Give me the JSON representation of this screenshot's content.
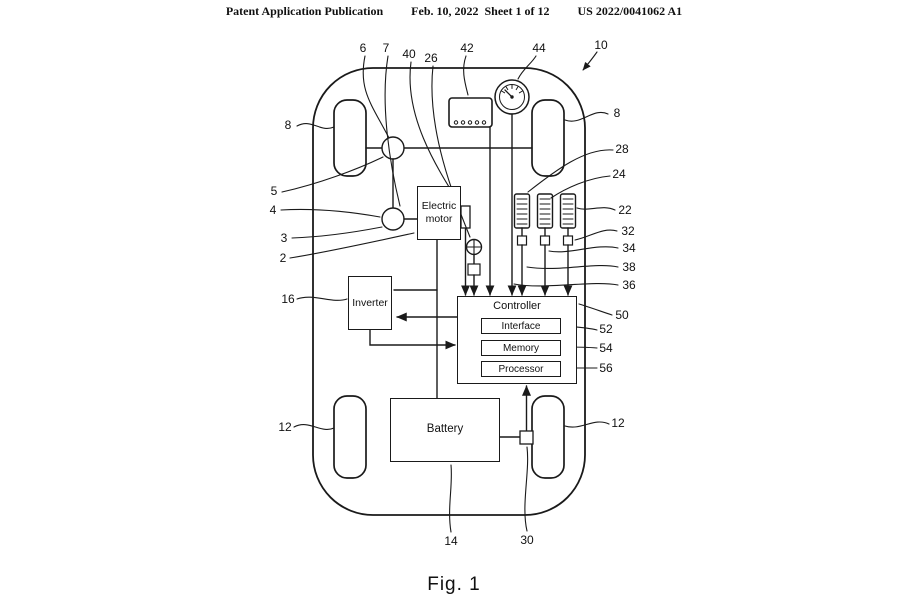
{
  "header": {
    "publication": "Patent Application Publication",
    "date_sheet": "Feb. 10, 2022  Sheet 1 of 12",
    "document_number": "US 2022/0041062 A1"
  },
  "figure": {
    "caption": "Fig. 1",
    "nodes": {
      "electric_motor": "Electric motor",
      "inverter": "Inverter",
      "battery": "Battery",
      "controller": "Controller",
      "interface": "Interface",
      "memory": "Memory",
      "processor": "Processor"
    },
    "refs": {
      "2": "2",
      "3": "3",
      "4": "4",
      "5": "5",
      "6": "6",
      "7": "7",
      "8": "8",
      "10": "10",
      "12": "12",
      "14": "14",
      "16": "16",
      "22": "22",
      "24": "24",
      "26": "26",
      "28": "28",
      "30": "30",
      "32": "32",
      "34": "34",
      "36": "36",
      "38": "38",
      "40": "40",
      "42": "42",
      "44": "44",
      "50": "50",
      "52": "52",
      "54": "54",
      "56": "56"
    }
  },
  "colors": {
    "ink": "#1a1a1a",
    "background": "#ffffff"
  }
}
